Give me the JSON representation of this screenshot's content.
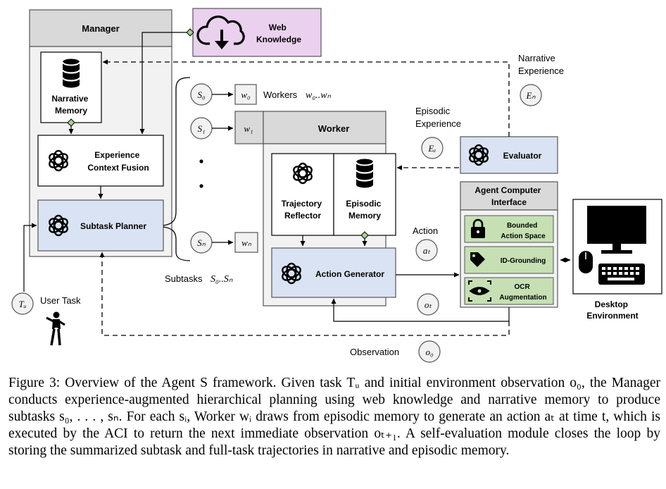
{
  "manager": {
    "title": "Manager",
    "narrative_memory": "Narrative Memory",
    "experience_context_fusion": "Experience Context Fusion",
    "subtask_planner": "Subtask Planner"
  },
  "web_knowledge": "Web Knowledge",
  "workers": {
    "label": "Workers",
    "range": "w₀..wₙ",
    "items": [
      "w₀",
      "w₁",
      "wₙ"
    ]
  },
  "subtasks": {
    "label": "Subtasks",
    "range": "S₀..Sₙ",
    "items": [
      "S₀",
      "S₁",
      "Sₙ"
    ]
  },
  "worker": {
    "title": "Worker",
    "trajectory_reflector": "Trajectory Reflector",
    "episodic_memory": "Episodic Memory",
    "action_generator": "Action Generator"
  },
  "evaluator": "Evaluator",
  "aci": {
    "title": "Agent Computer Interface",
    "bounded_action_space": "Bounded Action Space",
    "id_grounding": "ID-Grounding",
    "ocr_augmentation": "OCR Augmentation"
  },
  "desktop_environment": "Desktop Environment",
  "labels": {
    "narrative_experience": "Narrative Experience",
    "en": "Eₙ",
    "episodic_experience": "Episodic Experience",
    "ee": "Eₑ",
    "action": "Action",
    "at": "aₜ",
    "ot": "oₜ",
    "observation": "Observation",
    "o0": "o₀",
    "user_task": "User Task",
    "tu": "Tᵤ"
  },
  "caption": "Figure 3: Overview of the Agent S framework. Given task Tᵤ and initial environment observation o₀, the Manager conducts experience-augmented hierarchical planning using web knowledge and narrative memory to produce subtasks s₀, . . . , sₙ. For each sᵢ, Worker wᵢ draws from episodic memory to generate an action aₜ at time t, which is executed by the ACI to return the next immediate observation oₜ₊₁. A self-evaluation module closes the loop by storing the summarized subtask and full-task trajectories in narrative and episodic memory.",
  "colors": {
    "header_gray": "#d9d9d9",
    "panel_gray": "#f2f2f2",
    "planner_blue": "#dae3f3",
    "web_pink": "#ead1ee",
    "aci_green": "#c6e0b4",
    "diamond_green": "#a9d18e"
  },
  "icons": [
    "database-icon",
    "openai-icon",
    "cloud-download-icon",
    "lock-icon",
    "tag-icon",
    "eye-scan-icon",
    "monitor-icon",
    "mouse-icon",
    "keyboard-icon",
    "user-figure-icon"
  ]
}
